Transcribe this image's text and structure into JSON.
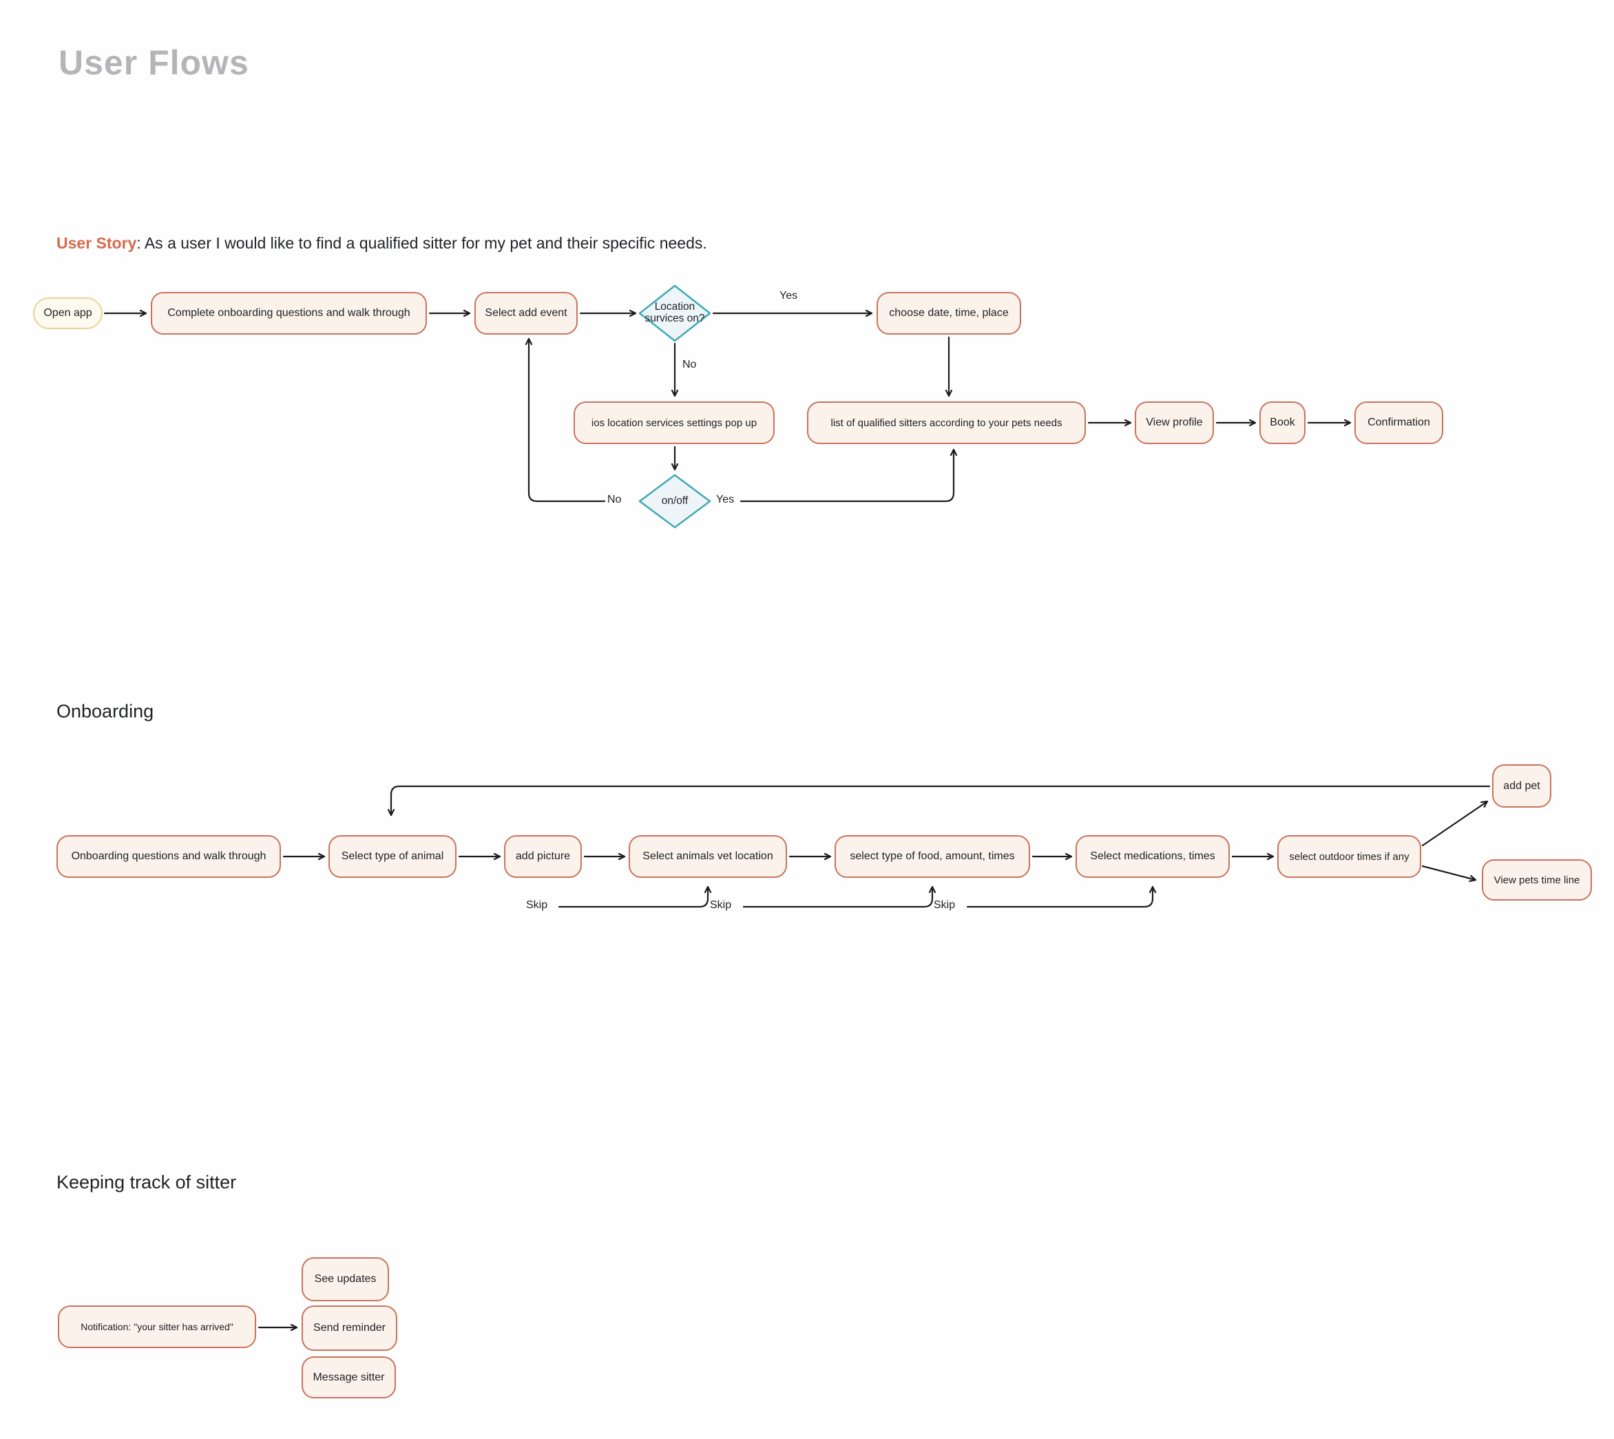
{
  "page": {
    "title": "User Flows"
  },
  "colors": {
    "accent": "#d9694c",
    "title": "#b5b5b7",
    "ink": "#222326",
    "arrow": "#1c1c1c",
    "box-border": "#c9735c",
    "box-fill": "#fbf2eb",
    "pill-border": "#e8d39b",
    "pill-fill": "#fdfaf0",
    "diamond-border": "#3fa9b3",
    "diamond-fill": "#eef5f8"
  },
  "user_story": {
    "label": "User Story",
    "text": ": As a user I would like to find  a qualified sitter for my pet and their specific needs."
  },
  "sections": {
    "onboarding": "Onboarding",
    "tracking": "Keeping track of sitter"
  },
  "flows": {
    "find_sitter": {
      "nodes": [
        {
          "id": "open-app",
          "type": "pill",
          "label": "Open app"
        },
        {
          "id": "complete-onboarding",
          "type": "box",
          "label": "Complete onboarding questions and walk through"
        },
        {
          "id": "select-add-event",
          "type": "box",
          "label": "Select add event"
        },
        {
          "id": "location-services-decision",
          "type": "diamond",
          "label": "Location\nsurvices on?"
        },
        {
          "id": "choose-date-time-place",
          "type": "box",
          "label": "choose date, time, place"
        },
        {
          "id": "ios-location-popup",
          "type": "box",
          "label": "ios location services settings pop up"
        },
        {
          "id": "qualified-sitters-list",
          "type": "box",
          "label": "list of qualified sitters according to your pets needs"
        },
        {
          "id": "view-profile",
          "type": "box",
          "label": "View profile"
        },
        {
          "id": "book",
          "type": "box",
          "label": "Book"
        },
        {
          "id": "confirmation",
          "type": "box",
          "label": "Confirmation"
        },
        {
          "id": "onoff-decision",
          "type": "diamond",
          "label": "on/off"
        }
      ],
      "labels": {
        "yes_top": "Yes",
        "no_top": "No",
        "no_loop": "No",
        "yes_loop": "Yes"
      }
    },
    "onboarding": {
      "nodes": [
        {
          "id": "onboarding-questions",
          "type": "box",
          "label": "Onboarding questions and walk through"
        },
        {
          "id": "select-type-of-animal",
          "type": "box",
          "label": "Select type of animal"
        },
        {
          "id": "add-picture",
          "type": "box",
          "label": "add picture"
        },
        {
          "id": "select-vet-location",
          "type": "box",
          "label": "Select animals vet location"
        },
        {
          "id": "select-food",
          "type": "box",
          "label": "select type of food, amount, times"
        },
        {
          "id": "select-medications",
          "type": "box",
          "label": "Select medications, times"
        },
        {
          "id": "select-outdoor-times",
          "type": "box",
          "label": "select outdoor times if any"
        },
        {
          "id": "add-pet",
          "type": "box",
          "label": "add pet"
        },
        {
          "id": "view-pets-timeline",
          "type": "box",
          "label": "View pets time line"
        }
      ],
      "labels": {
        "skip1": "Skip",
        "skip2": "Skip",
        "skip3": "Skip"
      }
    },
    "tracking": {
      "nodes": [
        {
          "id": "notification-sitter-arrived",
          "type": "box",
          "label": "Notification: \"your sitter has arrived\""
        },
        {
          "id": "see-updates",
          "type": "box",
          "label": "See updates"
        },
        {
          "id": "send-reminder",
          "type": "box",
          "label": "Send reminder"
        },
        {
          "id": "message-sitter",
          "type": "box",
          "label": "Message sitter"
        }
      ]
    }
  }
}
